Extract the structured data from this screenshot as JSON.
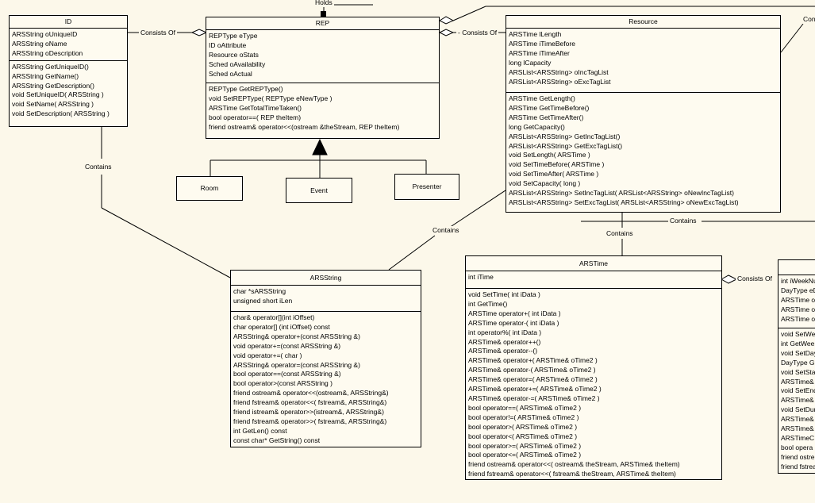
{
  "classes": {
    "id": {
      "name": "ID",
      "attributes": [
        "ARSString oUniqueID",
        "ARSString oName",
        "ARSString oDescription"
      ],
      "methods": [
        "ARSString GetUniqueID()",
        "ARSString GetName()",
        "ARSString GetDescription()",
        "void SetUniqueID( ARSString )",
        "void SetName( ARSString )",
        "void SetDescription( ARSString )"
      ]
    },
    "rep": {
      "name": "REP",
      "attributes": [
        "REPType eType",
        "ID oAttribute",
        "Resource oStats",
        "Sched oAvailability",
        "Sched oActual"
      ],
      "methods": [
        "REPType GetREPType()",
        "void SetREPType( REPType eNewType )",
        "ARSTime GetTotalTimeTaken()",
        "bool operator==( REP theItem)",
        "friend ostream& operator<<(ostream &theStream, REP theItem)"
      ]
    },
    "resource": {
      "name": "Resource",
      "attributes": [
        "ARSTime lLength",
        "ARSTime iTimeBefore",
        "ARSTime iTimeAfter",
        "long lCapacity",
        "ARSList<ARSString> oIncTagList",
        "ARSList<ARSString> oExcTagList"
      ],
      "methods": [
        "ARSTime GetLength()",
        "ARSTime GetTimeBefore()",
        "ARSTime GetTimeAfter()",
        "long GetCapacity()",
        "ARSList<ARSString> GetIncTagList()",
        "ARSList<ARSString> GetExcTagList()",
        "void SetLength( ARSTime )",
        "void SetTimeBefore( ARSTime )",
        "void SetTimeAfter( ARSTime )",
        "void SetCapacity( long )",
        "ARSList<ARSString> SetIncTagList( ARSList<ARSString> oNewIncTagList)",
        "ARSList<ARSString> SetExcTagList( ARSList<ARSString> oNewExcTagList)"
      ]
    },
    "arsstring": {
      "name": "ARSString",
      "attributes": [
        "char *sARSString",
        "unsigned short iLen"
      ],
      "methods": [
        "char& operator[](int iOffset)",
        "char operator[] (int iOffset) const",
        "ARSString& operator+(const ARSString &)",
        "void operator+=(const ARSString &)",
        "void operator+=( char )",
        "ARSString& operator=(const ARSString &)",
        "bool operator==(const ARSString &)",
        "bool operator>(const ARSString )",
        "friend ostream& operator<<(ostream&, ARSString&)",
        "friend fstream& operator<<( fstream&, ARSString&)",
        "friend istream& operator>>(istream&, ARSString&)",
        "friend fstream& operator>>( fstream&, ARSString&)",
        "int GetLen() const",
        "const char* GetString() const"
      ]
    },
    "arstime": {
      "name": "ARSTime",
      "attributes": [
        "int iTime"
      ],
      "methods": [
        "void SetTime( int iData )",
        "int GetTime()",
        "ARSTime operator+( int iData )",
        "ARSTime operator-( int iData )",
        "int operator%( int iData )",
        "ARSTime& operator++()",
        "ARSTime& operator--()",
        "ARSTime& operator+( ARSTime& oTime2 )",
        "ARSTime& operator-( ARSTime& oTime2 )",
        "ARSTime& operator=( ARSTime& oTime2 )",
        "ARSTime& operator+=( ARSTime& oTime2 )",
        "ARSTime& operator-=( ARSTime& oTime2 )",
        "bool operator==( ARSTime& oTime2 )",
        "bool operator!=( ARSTime& oTime2 )",
        "bool operator>( ARSTime& oTime2 )",
        "bool operator<( ARSTime& oTime2 )",
        "bool operator>=( ARSTime& oTime2 )",
        "bool operator<=( ARSTime& oTime2 )",
        "friend ostream& operator<<( ostream& theStream, ARSTime& theItem)",
        "friend fstream& operator<<( fstream& theStream, ARSTime& theItem)"
      ]
    },
    "partial": {
      "name": "",
      "attributes": [
        "int iWeekNu",
        "DayType eD",
        "ARSTime o",
        "ARSTime o",
        "ARSTime o"
      ],
      "methods": [
        "void SetWe",
        "int GetWee",
        "void SetDay",
        "DayType G",
        "void SetSta",
        "ARSTime&",
        "void SetEnd",
        "ARSTime&",
        "void SetDur",
        "ARSTime&",
        "ARSTime&",
        "ARSTimeC",
        "bool opera",
        "friend ostre",
        "friend fstrea"
      ]
    }
  },
  "small_classes": {
    "room": "Room",
    "event": "Event",
    "presenter": "Presenter"
  },
  "labels": {
    "holds": "Holds",
    "consists_of_1": "Consists Of",
    "consists_of_2": "- Consists Of",
    "consists_of_3": "Consists Of",
    "consists_of_4": "Con",
    "contains_1": "Contains",
    "contains_2": "Contains",
    "contains_3": "Contains",
    "contains_4": "Contains"
  }
}
